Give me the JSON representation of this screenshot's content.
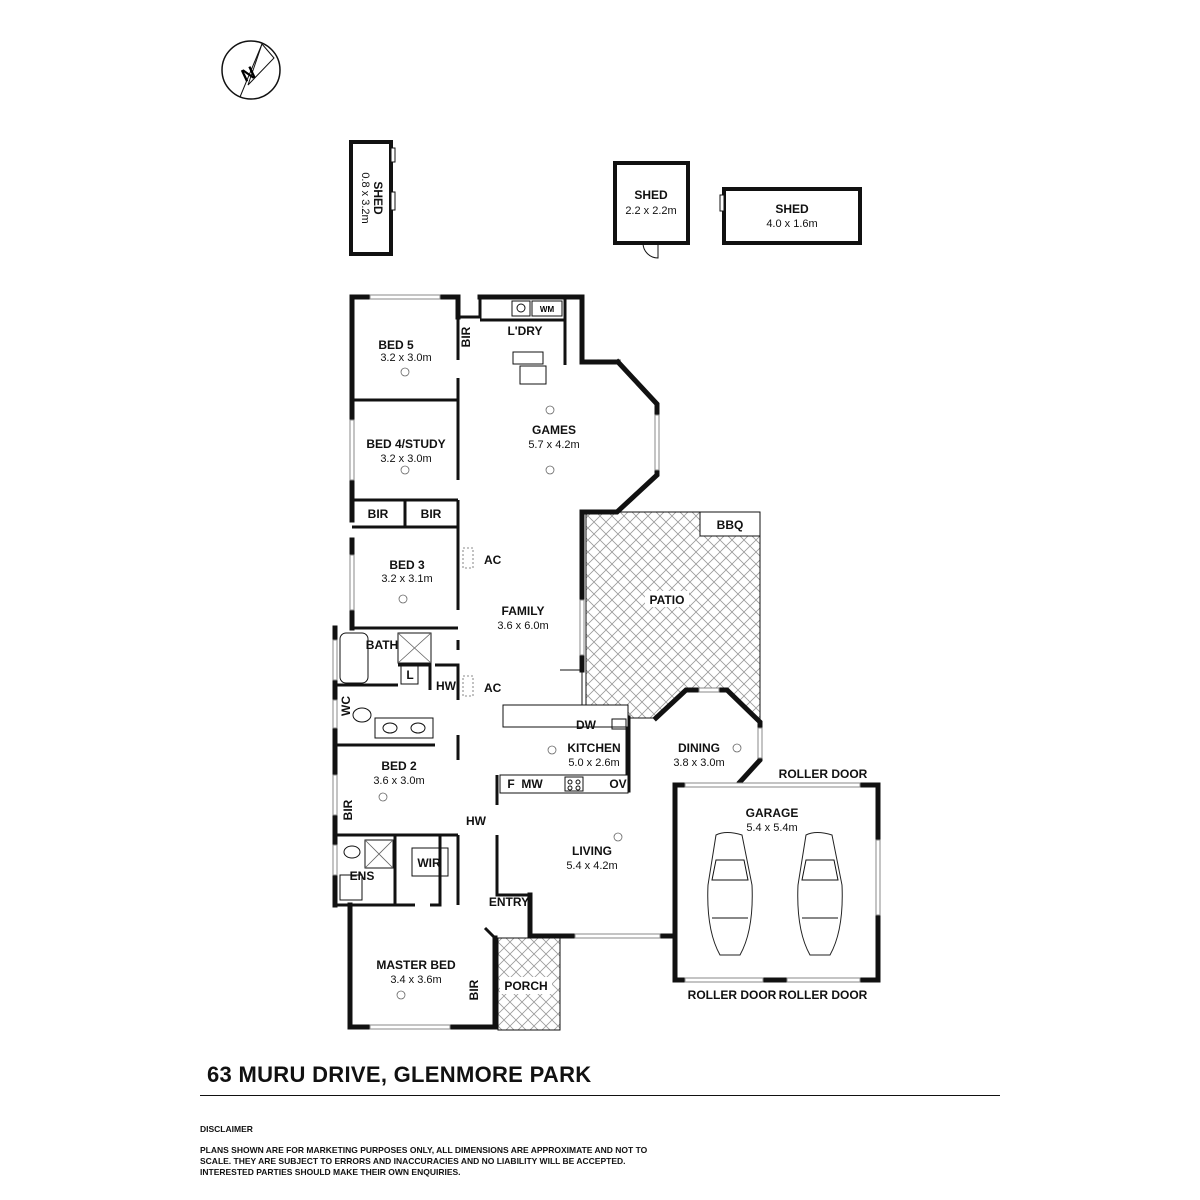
{
  "plan": {
    "address": "63 MURU DRIVE, GLENMORE PARK",
    "compass": "N",
    "rooms": [
      {
        "id": "bed5",
        "name": "BED 5",
        "dims": "3.2 x 3.0m"
      },
      {
        "id": "bed4",
        "name": "BED 4/STUDY",
        "dims": "3.2 x 3.0m"
      },
      {
        "id": "bed3",
        "name": "BED 3",
        "dims": "3.2 x 3.1m"
      },
      {
        "id": "bed2",
        "name": "BED 2",
        "dims": "3.6 x 3.0m"
      },
      {
        "id": "master",
        "name": "MASTER BED",
        "dims": "3.4 x 3.6m"
      },
      {
        "id": "games",
        "name": "GAMES",
        "dims": "5.7 x 4.2m"
      },
      {
        "id": "family",
        "name": "FAMILY",
        "dims": "3.6 x 6.0m"
      },
      {
        "id": "kitchen",
        "name": "KITCHEN",
        "dims": "5.0 x 2.6m"
      },
      {
        "id": "dining",
        "name": "DINING",
        "dims": "3.8 x 3.0m"
      },
      {
        "id": "living",
        "name": "LIVING",
        "dims": "5.4 x 4.2m"
      },
      {
        "id": "garage",
        "name": "GARAGE",
        "dims": "5.4 x 5.4m"
      },
      {
        "id": "shed1",
        "name": "SHED",
        "dims": "0.8 x 3.2m"
      },
      {
        "id": "shed2",
        "name": "SHED",
        "dims": "2.2 x 2.2m"
      },
      {
        "id": "shed3",
        "name": "SHED",
        "dims": "4.0 x 1.6m"
      }
    ],
    "labels": {
      "patio": "PATIO",
      "bbq": "BBQ",
      "laundry": "L'DRY",
      "wm": "WM",
      "bir": "BIR",
      "bath": "BATH",
      "wc": "WC",
      "l": "L",
      "hw": "HW",
      "ac": "AC",
      "ens": "ENS",
      "wir": "WIR",
      "entry": "ENTRY",
      "porch": "PORCH",
      "dw": "DW",
      "f": "F",
      "mw": "MW",
      "ov": "OV",
      "roller_door": "ROLLER DOOR"
    }
  },
  "disclaimer": {
    "heading": "DISCLAIMER",
    "text": "PLANS SHOWN ARE FOR MARKETING PURPOSES ONLY, ALL DIMENSIONS ARE APPROXIMATE AND NOT TO SCALE. THEY ARE SUBJECT TO ERRORS AND INACCURACIES AND NO LIABILITY WILL BE ACCEPTED. INTERESTED PARTIES SHOULD MAKE THEIR OWN ENQUIRIES."
  }
}
